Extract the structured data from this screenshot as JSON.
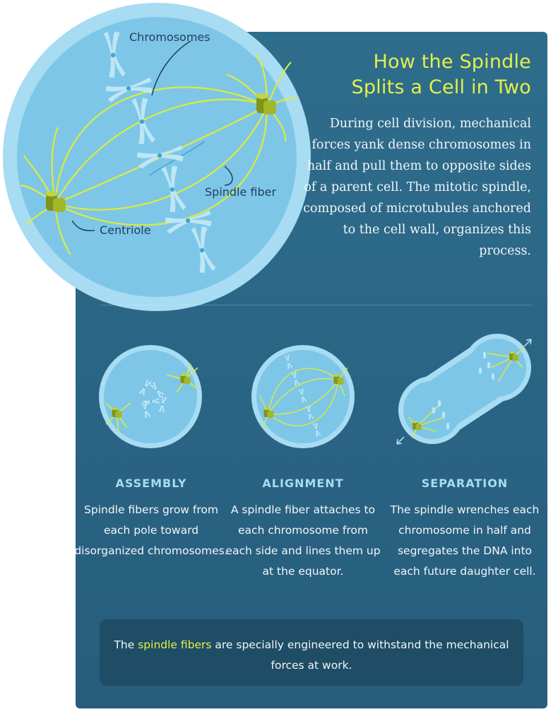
{
  "header": {
    "title_line1": "How the Spindle",
    "title_line2": "Splits a Cell in Two",
    "intro": "During cell division, mechanical forces yank dense chromosomes in half and pull them to opposite sides of a parent cell. The mitotic spindle, composed of microtubules anchored to the cell wall, organizes this process."
  },
  "diagram": {
    "label_chromosomes": "Chromosomes",
    "label_spindle_fiber": "Spindle fiber",
    "label_centriole": "Centriole"
  },
  "stages": [
    {
      "title": "ASSEMBLY",
      "text": "Spindle fibers grow from each pole toward disorganized chromosomes."
    },
    {
      "title": "ALIGNMENT",
      "text": "A spindle fiber attaches to each chromosome from each side and lines them up at the equator."
    },
    {
      "title": "SEPARATION",
      "text": "The spindle wrenches each chromosome in half and segregates the DNA into each future daughter cell."
    }
  ],
  "footer": {
    "pre": "The ",
    "highlight": "spindle fibers",
    "post": " are specially engineered to withstand the mechanical forces at work."
  },
  "colors": {
    "panel": "#2f6d8c",
    "highlight": "#e4f04a",
    "stage_heading": "#a9dcf0",
    "cell_fill": "#8fd0ee",
    "centriole": "#8a9e1f"
  }
}
